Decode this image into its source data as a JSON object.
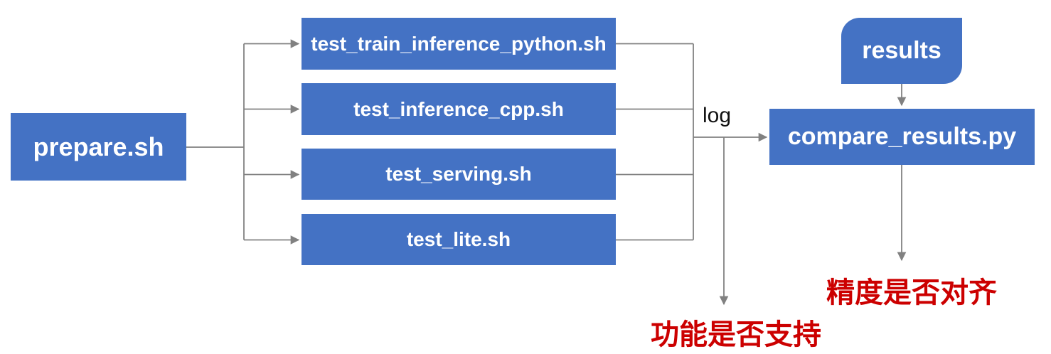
{
  "colors": {
    "node_blue": "#4472C4",
    "node_text": "#ffffff",
    "connector_gray": "#818181",
    "annotation_red": "#CC0000",
    "log_text": "#111111",
    "background": "#ffffff"
  },
  "nodes": {
    "prepare": {
      "label": "prepare.sh"
    },
    "tests": [
      {
        "label": "test_train_inference_python.sh"
      },
      {
        "label": "test_inference_cpp.sh"
      },
      {
        "label": "test_serving.sh"
      },
      {
        "label": "test_lite.sh"
      }
    ],
    "results": {
      "label": "results"
    },
    "compare": {
      "label": "compare_results.py"
    }
  },
  "annotations": {
    "log_label": "log",
    "feature_support_label": "功能是否支持",
    "precision_aligned_label": "精度是否对齐"
  }
}
